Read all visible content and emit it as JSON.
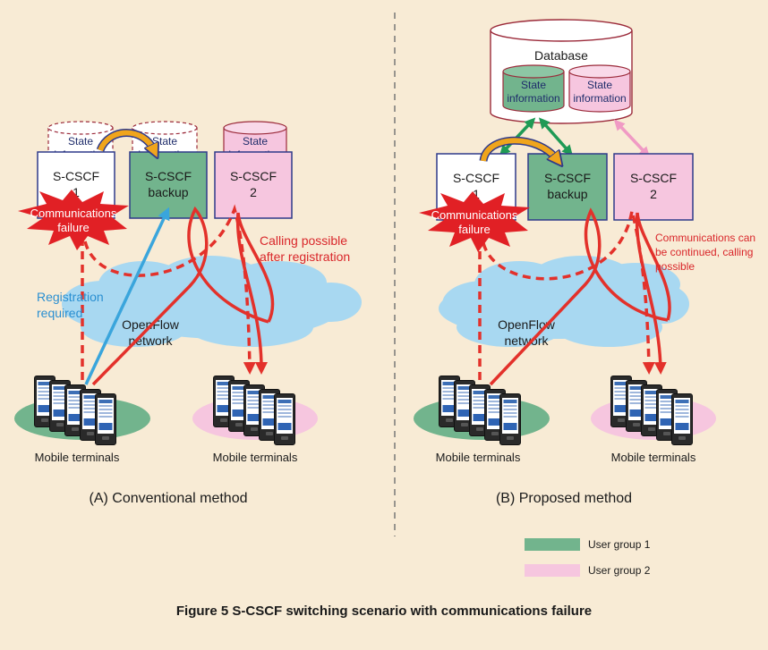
{
  "panel_a": {
    "cyl_state_1": [
      "State",
      "information"
    ],
    "cyl_state_backup": [
      "State",
      "information"
    ],
    "cyl_state_2": [
      "State",
      "information"
    ],
    "server_1": [
      "S-CSCF",
      "1"
    ],
    "server_backup": [
      "S-CSCF",
      "backup"
    ],
    "server_2": [
      "S-CSCF",
      "2"
    ],
    "failure": [
      "Communications",
      "failure"
    ],
    "calling": [
      "Calling possible",
      "after registration"
    ],
    "registration": [
      "Registration",
      "required"
    ],
    "network": [
      "OpenFlow",
      "network"
    ],
    "terminals_left": "Mobile terminals",
    "terminals_right": "Mobile terminals",
    "caption": "(A) Conventional method"
  },
  "panel_b": {
    "database": "Database",
    "db_state_1": [
      "State",
      "information"
    ],
    "db_state_2": [
      "State",
      "information"
    ],
    "server_1": [
      "S-CSCF",
      "1"
    ],
    "server_backup": [
      "S-CSCF",
      "backup"
    ],
    "server_2": [
      "S-CSCF",
      "2"
    ],
    "failure": [
      "Communications",
      "failure"
    ],
    "continued": [
      "Communications can",
      "be continued, calling",
      "possible"
    ],
    "network": [
      "OpenFlow",
      "network"
    ],
    "terminals_left": "Mobile terminals",
    "terminals_right": "Mobile terminals",
    "caption": "(B) Proposed method"
  },
  "legend": {
    "group1": "User group 1",
    "group2": "User group 2",
    "group1_color": "#72b48d",
    "group2_color": "#f6c6df"
  },
  "figure_caption": "Figure 5  S-CSCF switching scenario with communications failure",
  "colors": {
    "background": "#f8ebd5",
    "red_path": "#e3312b",
    "blue_path": "#3aa5dc",
    "sync_green": "#1f9a55",
    "sync_pink": "#f09ac4",
    "cloud": "#a8d8f1",
    "server_border": "#2f3a8a"
  }
}
